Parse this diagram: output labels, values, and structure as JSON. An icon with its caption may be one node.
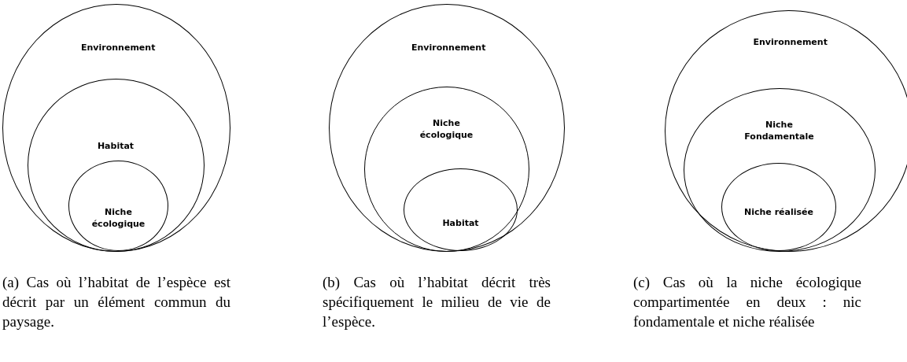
{
  "diagram": {
    "nodes": [
      {
        "text": [
          "Environnement"
        ],
        "beside": [
          "(a) Cas où l’habitat de l’espèce est décrit par un élément commun du paysage."
        ]
      },
      {
        "text": [
          "Habitat"
        ],
        "in": 0
      },
      {
        "text": [
          "Niche écologique"
        ],
        "in": 1
      },
      {
        "text": [
          "Environnement"
        ],
        "beside": [
          "(b) Cas où l’habitat décrit très spécifiquement le milieu de vie de l’espèce."
        ]
      },
      {
        "text": [
          "Niche écologique"
        ],
        "in": 3
      },
      {
        "text": [
          "Habitat"
        ],
        "in": 4
      },
      {
        "text": [
          "Environnement"
        ],
        "beside": [
          "(c) Cas où la niche écologique compartimentée en deux : nic fondamentale et niche réalisée"
        ]
      },
      {
        "text": [
          "Niche Fondamentale"
        ],
        "in": 6
      },
      {
        "text": [
          "Niche réalisée"
        ],
        "in": 7
      }
    ],
    "edges": []
  }
}
